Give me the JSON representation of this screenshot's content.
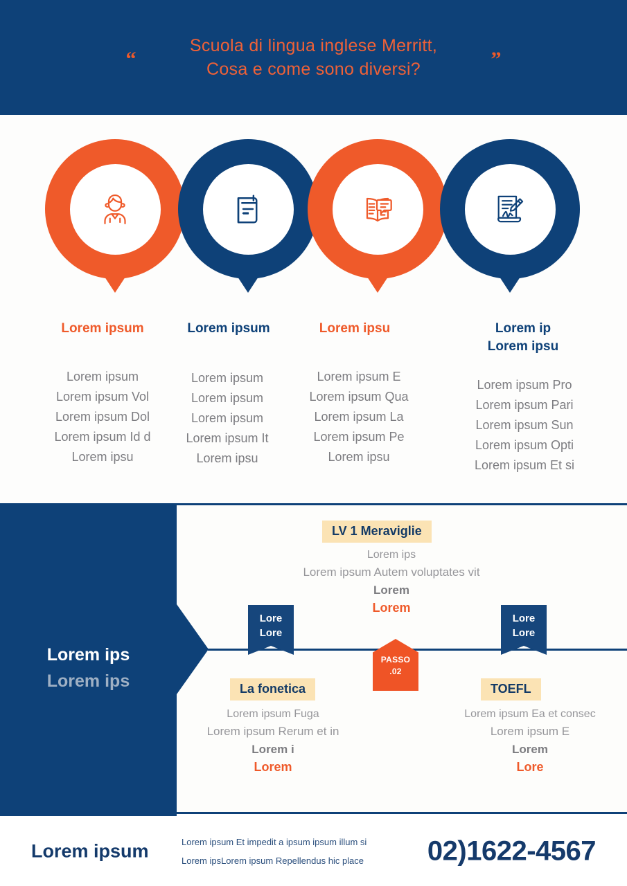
{
  "colors": {
    "navy": "#0e4178",
    "orange": "#ef5a2a",
    "cream": "#fbe3b4",
    "gray_text": "#7c7c80",
    "light_gray_text": "#96969a",
    "panel_muted": "#9fb0c4"
  },
  "header": {
    "quote_open": "“",
    "quote_close": "”",
    "title_line1": "Scuola di lingua inglese Merritt,",
    "title_line2": "Cosa e come sono diversi?"
  },
  "circles": {
    "nodes": [
      {
        "icon": "student-icon",
        "ring_color": "orange",
        "caption": "Lorem ipsum",
        "caption_color": "orange",
        "lines": [
          "Lorem ipsum",
          "Lorem ipsum Vol",
          "Lorem ipsum Dol",
          "Lorem ipsum Id d",
          "Lorem ipsu"
        ]
      },
      {
        "icon": "document-icon",
        "ring_color": "navy",
        "caption": "Lorem ipsum",
        "caption_color": "navy",
        "lines": [
          "Lorem ipsum",
          "Lorem ipsum",
          "Lorem ipsum",
          "Lorem ipsum It",
          "Lorem ipsu"
        ]
      },
      {
        "icon": "open-book-chat-icon",
        "ring_color": "orange",
        "caption": "Lorem ipsu",
        "caption_color": "orange",
        "lines": [
          "Lorem ipsum E",
          "Lorem ipsum Qua",
          "Lorem ipsum La",
          "Lorem ipsum Pe",
          "Lorem ipsu"
        ]
      },
      {
        "icon": "signature-pen-icon",
        "ring_color": "navy",
        "caption": "Lorem ip\nLorem ipsu",
        "caption_color": "navy",
        "lines": [
          "Lorem ipsum Pro",
          "Lorem ipsum Pari",
          "Lorem ipsum Sun",
          "Lorem ipsum Opti",
          "Lorem ipsum Et si"
        ]
      }
    ]
  },
  "timeline": {
    "left_panel": {
      "line1": "Lorem ips",
      "line2": "Lorem ips"
    },
    "markers": {
      "banner_left": "Lore\nLore",
      "banner_right": "Lore\nLore",
      "passo_line1": "PASSO",
      "passo_line2": ".02"
    },
    "top_item": {
      "pill": "LV 1 Meraviglie",
      "line1": "Lorem ips",
      "line2": "Lorem ipsum Autem voluptates vit",
      "line3": "Lorem",
      "line4": "Lorem"
    },
    "left_item": {
      "pill": "La fonetica",
      "line1": "Lorem ipsum Fuga",
      "line2": "Lorem ipsum Rerum et in",
      "line3": "Lorem i",
      "line4": "Lorem"
    },
    "right_item": {
      "pill": "TOEFL",
      "line1": "Lorem ipsum Ea et consec",
      "line2": "Lorem ipsum E",
      "line3": "Lorem",
      "line4": "Lore"
    }
  },
  "footer": {
    "brand": "Lorem ipsum",
    "line1": "Lorem ipsum Et impedit a ipsum ipsum illum si",
    "line2": "Lorem ipsLorem ipsum Repellendus hic place",
    "phone": "02)1622-4567"
  }
}
